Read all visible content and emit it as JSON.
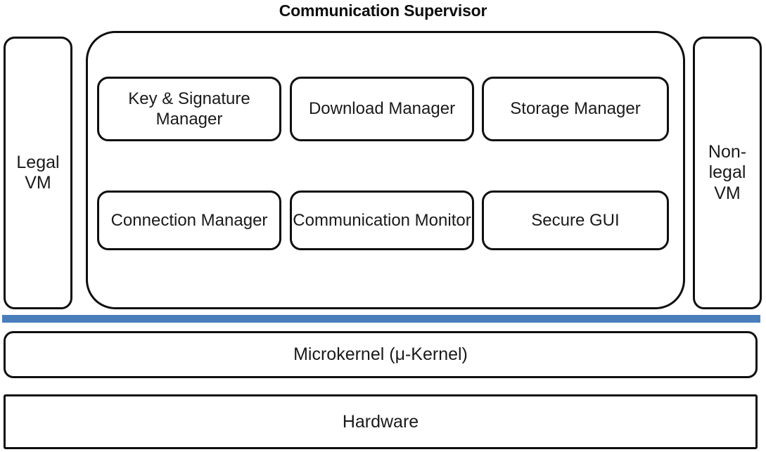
{
  "diagram": {
    "title": "Communication Supervisor",
    "accent_color": "#4a7ebb",
    "line_color": "#0f0f0f",
    "background_color": "#ffffff"
  },
  "left_vm": {
    "label": "Legal\nVM",
    "line_1": "Legal",
    "line_2": "VM"
  },
  "right_vm": {
    "label": "Non-legal\nVM",
    "line_1": "Non-",
    "line_2": "legal",
    "line_3": "VM"
  },
  "supervisor": {
    "name": "Communication Supervisor",
    "modules": [
      {
        "id": "key-signature-manager",
        "label": "Key & Signature Manager",
        "row": 0,
        "col": 0
      },
      {
        "id": "download-manager",
        "label": "Download Manager",
        "row": 0,
        "col": 1
      },
      {
        "id": "storage-manager",
        "label": "Storage Manager",
        "row": 0,
        "col": 2
      },
      {
        "id": "connection-manager",
        "label": "Connection Manager",
        "row": 1,
        "col": 0
      },
      {
        "id": "communication-monitor",
        "label": "Communication Monitor",
        "row": 1,
        "col": 1
      },
      {
        "id": "secure-gui",
        "label": "Secure GUI",
        "row": 1,
        "col": 2
      }
    ]
  },
  "layers": {
    "microkernel": "Microkernel (μ-Kernel)",
    "hardware": "Hardware"
  }
}
